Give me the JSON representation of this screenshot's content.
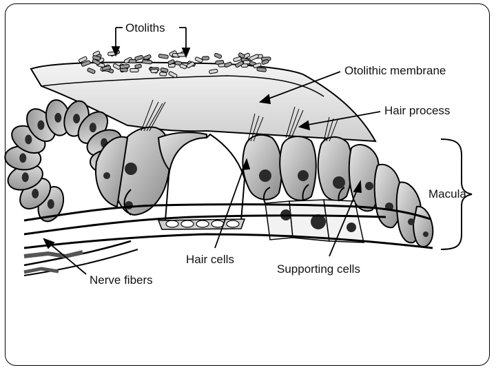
{
  "diagram": {
    "labels": {
      "otoliths": "Otoliths",
      "otolithic_membrane": "Otolithic membrane",
      "hair_process": "Hair process",
      "macula": "Macula",
      "hair_cells": "Hair cells",
      "supporting_cells": "Supporting cells",
      "nerve_fibers": "Nerve fibers"
    }
  },
  "colors": {
    "frame_border": "#000000",
    "cell_fill": "#bdbdbd",
    "membrane_fill": "#e2e2e2",
    "nucleus_fill": "#2a2a2a"
  }
}
